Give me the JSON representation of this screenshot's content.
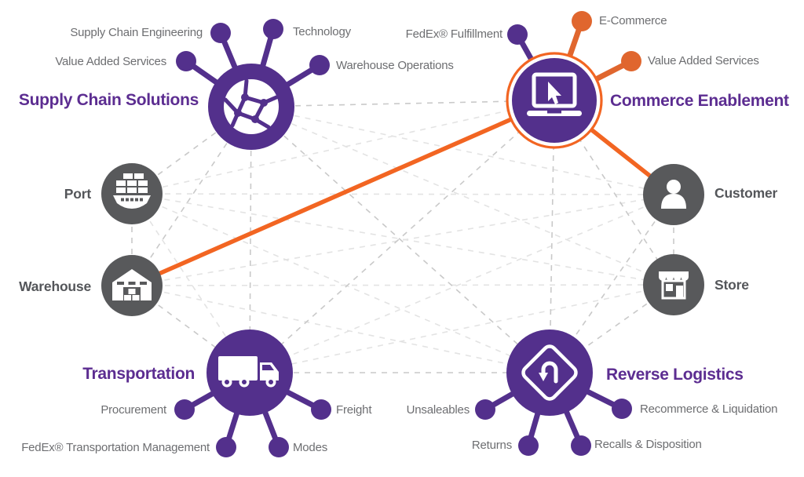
{
  "colors": {
    "purple": "#53308C",
    "purple_heading": "#5C2D91",
    "orange_line": "#F26522",
    "orange_dot": "#E0662E",
    "gray_circle": "#58595B",
    "gray_label": "#54565A",
    "satellite_label_gray": "#6D6E71",
    "dashed_line": "#C9C9C9"
  },
  "hubs": {
    "supply_chain_solutions": {
      "label": "Supply Chain Solutions",
      "icon": "network-globe-icon",
      "satellites": [
        {
          "label": "Supply Chain Engineering"
        },
        {
          "label": "Value Added Services"
        },
        {
          "label": "Technology"
        },
        {
          "label": "Warehouse Operations"
        }
      ]
    },
    "commerce_enablement": {
      "label": "Commerce Enablement",
      "icon": "laptop-cursor-icon",
      "highlighted": true,
      "satellites": [
        {
          "label": "FedEx® Fulfillment",
          "color": "purple"
        },
        {
          "label": "E-Commerce",
          "color": "orange"
        },
        {
          "label": "Value Added Services",
          "color": "orange"
        }
      ]
    },
    "transportation": {
      "label": "Transportation",
      "icon": "truck-icon",
      "satellites": [
        {
          "label": "Procurement"
        },
        {
          "label": "Freight"
        },
        {
          "label": "FedEx® Transportation Management"
        },
        {
          "label": "Modes"
        }
      ]
    },
    "reverse_logistics": {
      "label": "Reverse Logistics",
      "icon": "u-turn-sign-icon",
      "satellites": [
        {
          "label": "Unsaleables"
        },
        {
          "label": "Recommerce & Liquidation"
        },
        {
          "label": "Returns"
        },
        {
          "label": "Recalls & Disposition"
        }
      ]
    }
  },
  "nodes": {
    "port": {
      "label": "Port",
      "icon": "cargo-ship-icon"
    },
    "warehouse": {
      "label": "Warehouse",
      "icon": "warehouse-icon"
    },
    "customer": {
      "label": "Customer",
      "icon": "person-icon"
    },
    "store": {
      "label": "Store",
      "icon": "storefront-icon"
    }
  },
  "highlighted_connections": [
    {
      "from": "Commerce Enablement",
      "to": "Warehouse"
    },
    {
      "from": "Commerce Enablement",
      "to": "Customer"
    }
  ]
}
